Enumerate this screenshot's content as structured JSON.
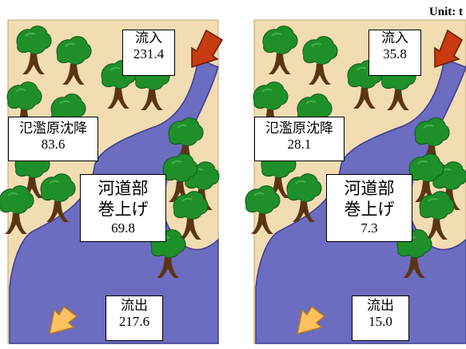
{
  "unit_label": "Unit: t",
  "panels": [
    {
      "inflow": {
        "label": "流入",
        "value": "231.4"
      },
      "floodplain": {
        "label": "氾濫原沈降",
        "value": "83.6"
      },
      "channel": {
        "label_line1": "河道部",
        "label_line2": "巻上げ",
        "value": "69.8"
      },
      "outflow": {
        "label": "流出",
        "value": "217.6"
      }
    },
    {
      "inflow": {
        "label": "流入",
        "value": "35.8"
      },
      "floodplain": {
        "label": "氾濫原沈降",
        "value": "28.1"
      },
      "channel": {
        "label_line1": "河道部",
        "label_line2": "巻上げ",
        "value": "7.3"
      },
      "outflow": {
        "label": "流出",
        "value": "15.0"
      }
    }
  ],
  "colors": {
    "background": "#f2dcb1",
    "river": "#6c6cc0",
    "tree": "#1f8f2a",
    "trunk": "#5a3512",
    "inflow_arrow": "#c83a10",
    "outflow_arrow": "#ffc060"
  }
}
